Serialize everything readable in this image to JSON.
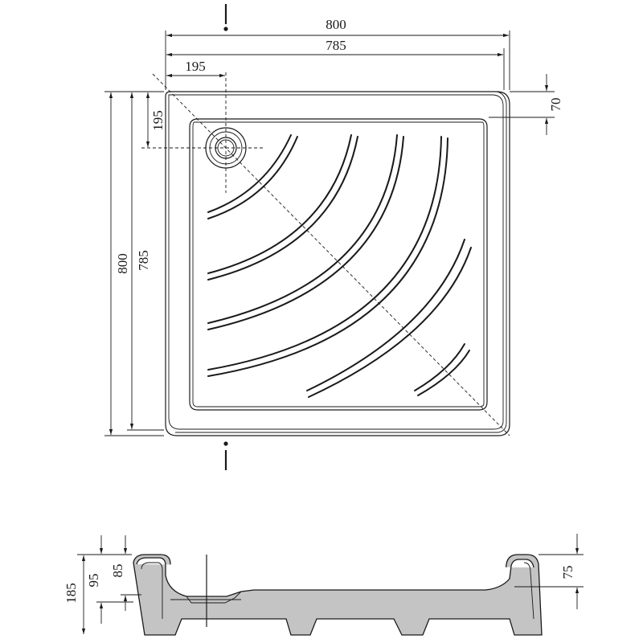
{
  "plan_view": {
    "dims": {
      "overall_width": "800",
      "inner_width": "785",
      "drain_offset_x": "195",
      "overall_depth": "800",
      "inner_depth": "785",
      "drain_offset_y": "195",
      "rim_step": "70"
    }
  },
  "section_view": {
    "dims": {
      "total_height": "185",
      "rim_height": "95",
      "rim_inner": "85",
      "right_rim": "75"
    }
  }
}
